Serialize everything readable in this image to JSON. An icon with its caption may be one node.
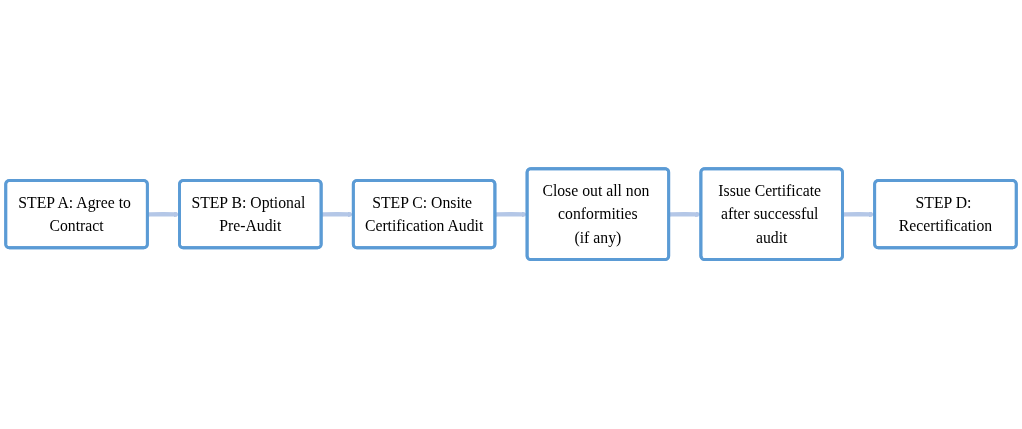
{
  "diagram": {
    "nodes": [
      {
        "text": [
          "STEP A: Agree to Contract"
        ]
      },
      {
        "text": [
          "STEP B: Optional Pre-Audit"
        ]
      },
      {
        "text": [
          "STEP C: Onsite Certification Audit"
        ]
      },
      {
        "text": [
          "Close out all non conformities",
          "(if any)"
        ]
      },
      {
        "text": [
          "Issue Certificate after successful audit"
        ]
      },
      {
        "text": [
          "STEP D: Recertification"
        ]
      }
    ],
    "edges": [
      {
        "from": 0,
        "to": 1,
        "arrow": "to"
      },
      {
        "from": 1,
        "to": 2,
        "arrow": "to"
      },
      {
        "from": 2,
        "to": 3,
        "arrow": "to"
      },
      {
        "from": 3,
        "to": 4,
        "arrow": "to"
      },
      {
        "from": 4,
        "to": 5,
        "arrow": "to"
      }
    ]
  }
}
